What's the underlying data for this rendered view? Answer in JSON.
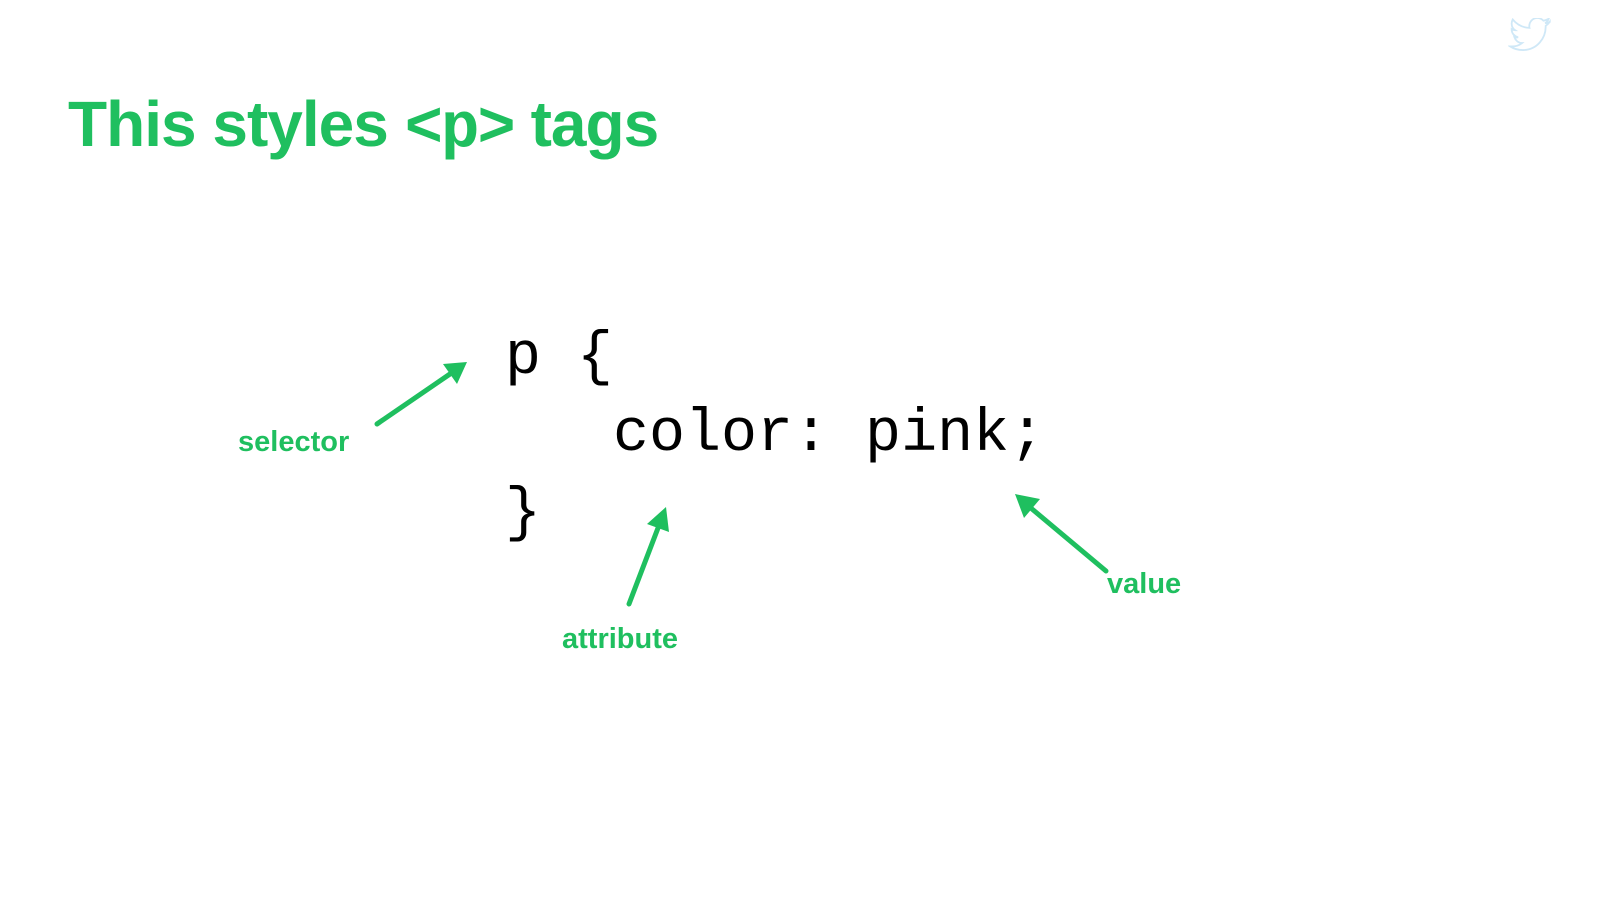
{
  "slide": {
    "title_before": "This styles ",
    "title_code": "<p>",
    "title_after": " tags",
    "code": {
      "line1": "p {",
      "line2": "   color: pink;",
      "line3": "}"
    },
    "labels": {
      "selector": "selector",
      "attribute": "attribute",
      "value": "value"
    },
    "icons": {
      "corner": "twitter-bird-icon"
    },
    "colors": {
      "accent": "#1fbf5f",
      "code": "#000000",
      "background": "#ffffff",
      "bird": "#cfe8f7"
    }
  }
}
